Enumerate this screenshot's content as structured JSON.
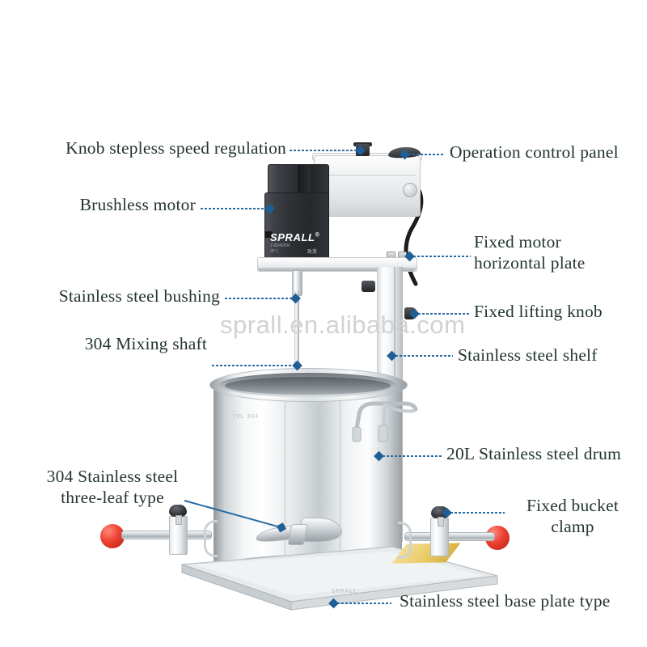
{
  "diagram": {
    "title": "Annotated stainless steel mixer product diagram",
    "background_color": "#ffffff",
    "label_color": "#23362e",
    "leader_color": "#2a6ba3"
  },
  "watermark": {
    "text": "sprall.en.alibaba.com",
    "color": "#d2d2d2"
  },
  "product": {
    "brand_logo": "SPRALL",
    "brand_registered_mark": "®",
    "motor_sub_text_line1": "Z-8D40/5N",
    "motor_sub_text_line2": "3P 1",
    "motor_sub_text_right": "致美",
    "drum_mark": "20L 304"
  },
  "callouts": [
    {
      "id": "knob-stepless-speed-regulation",
      "label": "Knob stepless speed regulation",
      "side": "left"
    },
    {
      "id": "operation-control-panel",
      "label": "Operation control panel",
      "side": "right"
    },
    {
      "id": "brushless-motor",
      "label": "Brushless motor",
      "side": "left"
    },
    {
      "id": "fixed-motor-horizontal-plate",
      "label": "Fixed motor\nhorizontal plate",
      "side": "right"
    },
    {
      "id": "stainless-steel-bushing",
      "label": "Stainless steel bushing",
      "side": "left"
    },
    {
      "id": "fixed-lifting-knob",
      "label": "Fixed lifting knob",
      "side": "right"
    },
    {
      "id": "mixing-shaft-304",
      "label": "304 Mixing shaft",
      "side": "left"
    },
    {
      "id": "stainless-steel-shelf",
      "label": "Stainless steel shelf",
      "side": "right"
    },
    {
      "id": "stainless-steel-drum-20l",
      "label": "20L Stainless steel drum",
      "side": "right"
    },
    {
      "id": "stainless-steel-three-leaf-type-304",
      "label": "304 Stainless steel\nthree-leaf type",
      "side": "left"
    },
    {
      "id": "fixed-bucket-clamp",
      "label": "Fixed bucket\nclamp",
      "side": "right"
    },
    {
      "id": "stainless-steel-base-plate-type",
      "label": "Stainless steel base plate type",
      "side": "right"
    }
  ]
}
